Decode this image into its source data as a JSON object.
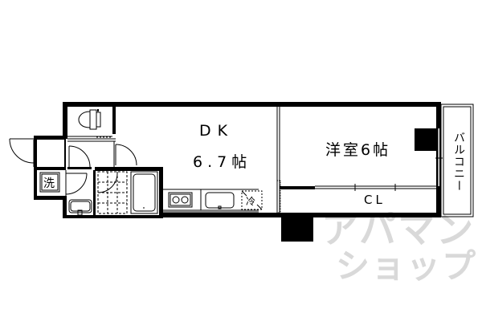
{
  "floorplan": {
    "rooms": {
      "dk": {
        "name": "DK",
        "size": "6.7帖"
      },
      "western_room": {
        "label": "洋室6帖"
      },
      "closet": {
        "label": "CL"
      },
      "balcony": {
        "label": "バルコニー"
      },
      "laundry": {
        "label": "洗"
      },
      "fridge": {
        "label": "冷"
      }
    },
    "watermark": {
      "line1": "アパマン",
      "line2": "ショップ"
    },
    "colors": {
      "wall": "#000000",
      "background": "#ffffff",
      "watermark": "#d9d9d9"
    }
  }
}
